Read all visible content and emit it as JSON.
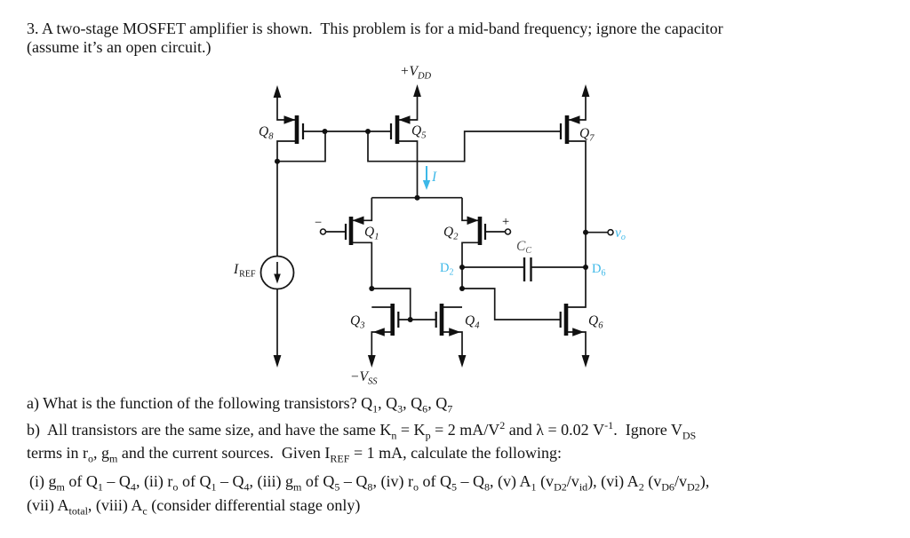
{
  "problem": {
    "intro_line1": [
      {
        "t": "3. A two-stage MOSFET amplifier is shown.  This problem is for a mid-band frequency; ignore the capacitor"
      }
    ],
    "intro_line2": [
      {
        "t": "(assume it’s an open circuit.)"
      }
    ]
  },
  "circuit": {
    "colors": {
      "annotation_blue": "#3cb8e8",
      "wire": "#161616"
    },
    "labels": {
      "vdd": {
        "main": "+V",
        "sub": "DD"
      },
      "vss": {
        "main": "−V",
        "sub": "SS"
      },
      "iref": {
        "main": "I",
        "sub": "REF"
      },
      "bias_current": {
        "main": "I"
      },
      "q1": {
        "main": "Q",
        "sub": "1"
      },
      "q2": {
        "main": "Q",
        "sub": "2"
      },
      "q3": {
        "main": "Q",
        "sub": "3"
      },
      "q4": {
        "main": "Q",
        "sub": "4"
      },
      "q5": {
        "main": "Q",
        "sub": "5"
      },
      "q6": {
        "main": "Q",
        "sub": "6"
      },
      "q7": {
        "main": "Q",
        "sub": "7"
      },
      "q8": {
        "main": "Q",
        "sub": "8"
      },
      "d2": {
        "main": "D",
        "sub": "2"
      },
      "d6": {
        "main": "D",
        "sub": "6"
      },
      "vo": {
        "main": "v",
        "sub": "o"
      },
      "cc": {
        "main": "C",
        "sub": "C"
      },
      "minus_input": "−",
      "plus_input": "+"
    }
  },
  "questions": {
    "a": [
      {
        "t": "a) What is the function of the following transistors? Q"
      },
      {
        "s": "1"
      },
      {
        "t": ", Q"
      },
      {
        "s": "3"
      },
      {
        "t": ", Q"
      },
      {
        "s": "6"
      },
      {
        "t": ", Q"
      },
      {
        "s": "7"
      }
    ],
    "b_line1": [
      {
        "t": "b)  All transistors are the same size, and have the same K"
      },
      {
        "s": "n"
      },
      {
        "t": " = K"
      },
      {
        "s": "p"
      },
      {
        "t": " = 2 mA/V"
      },
      {
        "p": "2"
      },
      {
        "t": " and λ = 0.02 V"
      },
      {
        "p": "-1"
      },
      {
        "t": ".  Ignore V"
      },
      {
        "s": "DS"
      }
    ],
    "b_line2": [
      {
        "t": "terms in r"
      },
      {
        "s": "o"
      },
      {
        "t": ", g"
      },
      {
        "s": "m"
      },
      {
        "t": " and the current sources.  Given I"
      },
      {
        "s": "REF"
      },
      {
        "t": " = 1 mA, calculate the following:"
      }
    ],
    "parts_line1": [
      {
        "t": "(i) g"
      },
      {
        "s": "m"
      },
      {
        "t": " of Q"
      },
      {
        "s": "1"
      },
      {
        "t": " – Q"
      },
      {
        "s": "4"
      },
      {
        "t": ", (ii) r"
      },
      {
        "s": "o"
      },
      {
        "t": " of Q"
      },
      {
        "s": "1"
      },
      {
        "t": " – Q"
      },
      {
        "s": "4"
      },
      {
        "t": ", (iii) g"
      },
      {
        "s": "m"
      },
      {
        "t": " of Q"
      },
      {
        "s": "5"
      },
      {
        "t": " – Q"
      },
      {
        "s": "8"
      },
      {
        "t": ", (iv) r"
      },
      {
        "s": "o"
      },
      {
        "t": " of Q"
      },
      {
        "s": "5"
      },
      {
        "t": " – Q"
      },
      {
        "s": "8"
      },
      {
        "t": ", (v) A"
      },
      {
        "s": "1"
      },
      {
        "t": " (v"
      },
      {
        "s": "D2"
      },
      {
        "t": "/v"
      },
      {
        "s": "id"
      },
      {
        "t": "), (vi) A"
      },
      {
        "s": "2"
      },
      {
        "t": " (v"
      },
      {
        "s": "D6"
      },
      {
        "t": "/v"
      },
      {
        "s": "D2"
      },
      {
        "t": "),"
      }
    ],
    "parts_line2": [
      {
        "t": "(vii) A"
      },
      {
        "s": "total"
      },
      {
        "t": ", (viii) A"
      },
      {
        "s": "c"
      },
      {
        "t": " (consider differential stage only)"
      }
    ]
  }
}
